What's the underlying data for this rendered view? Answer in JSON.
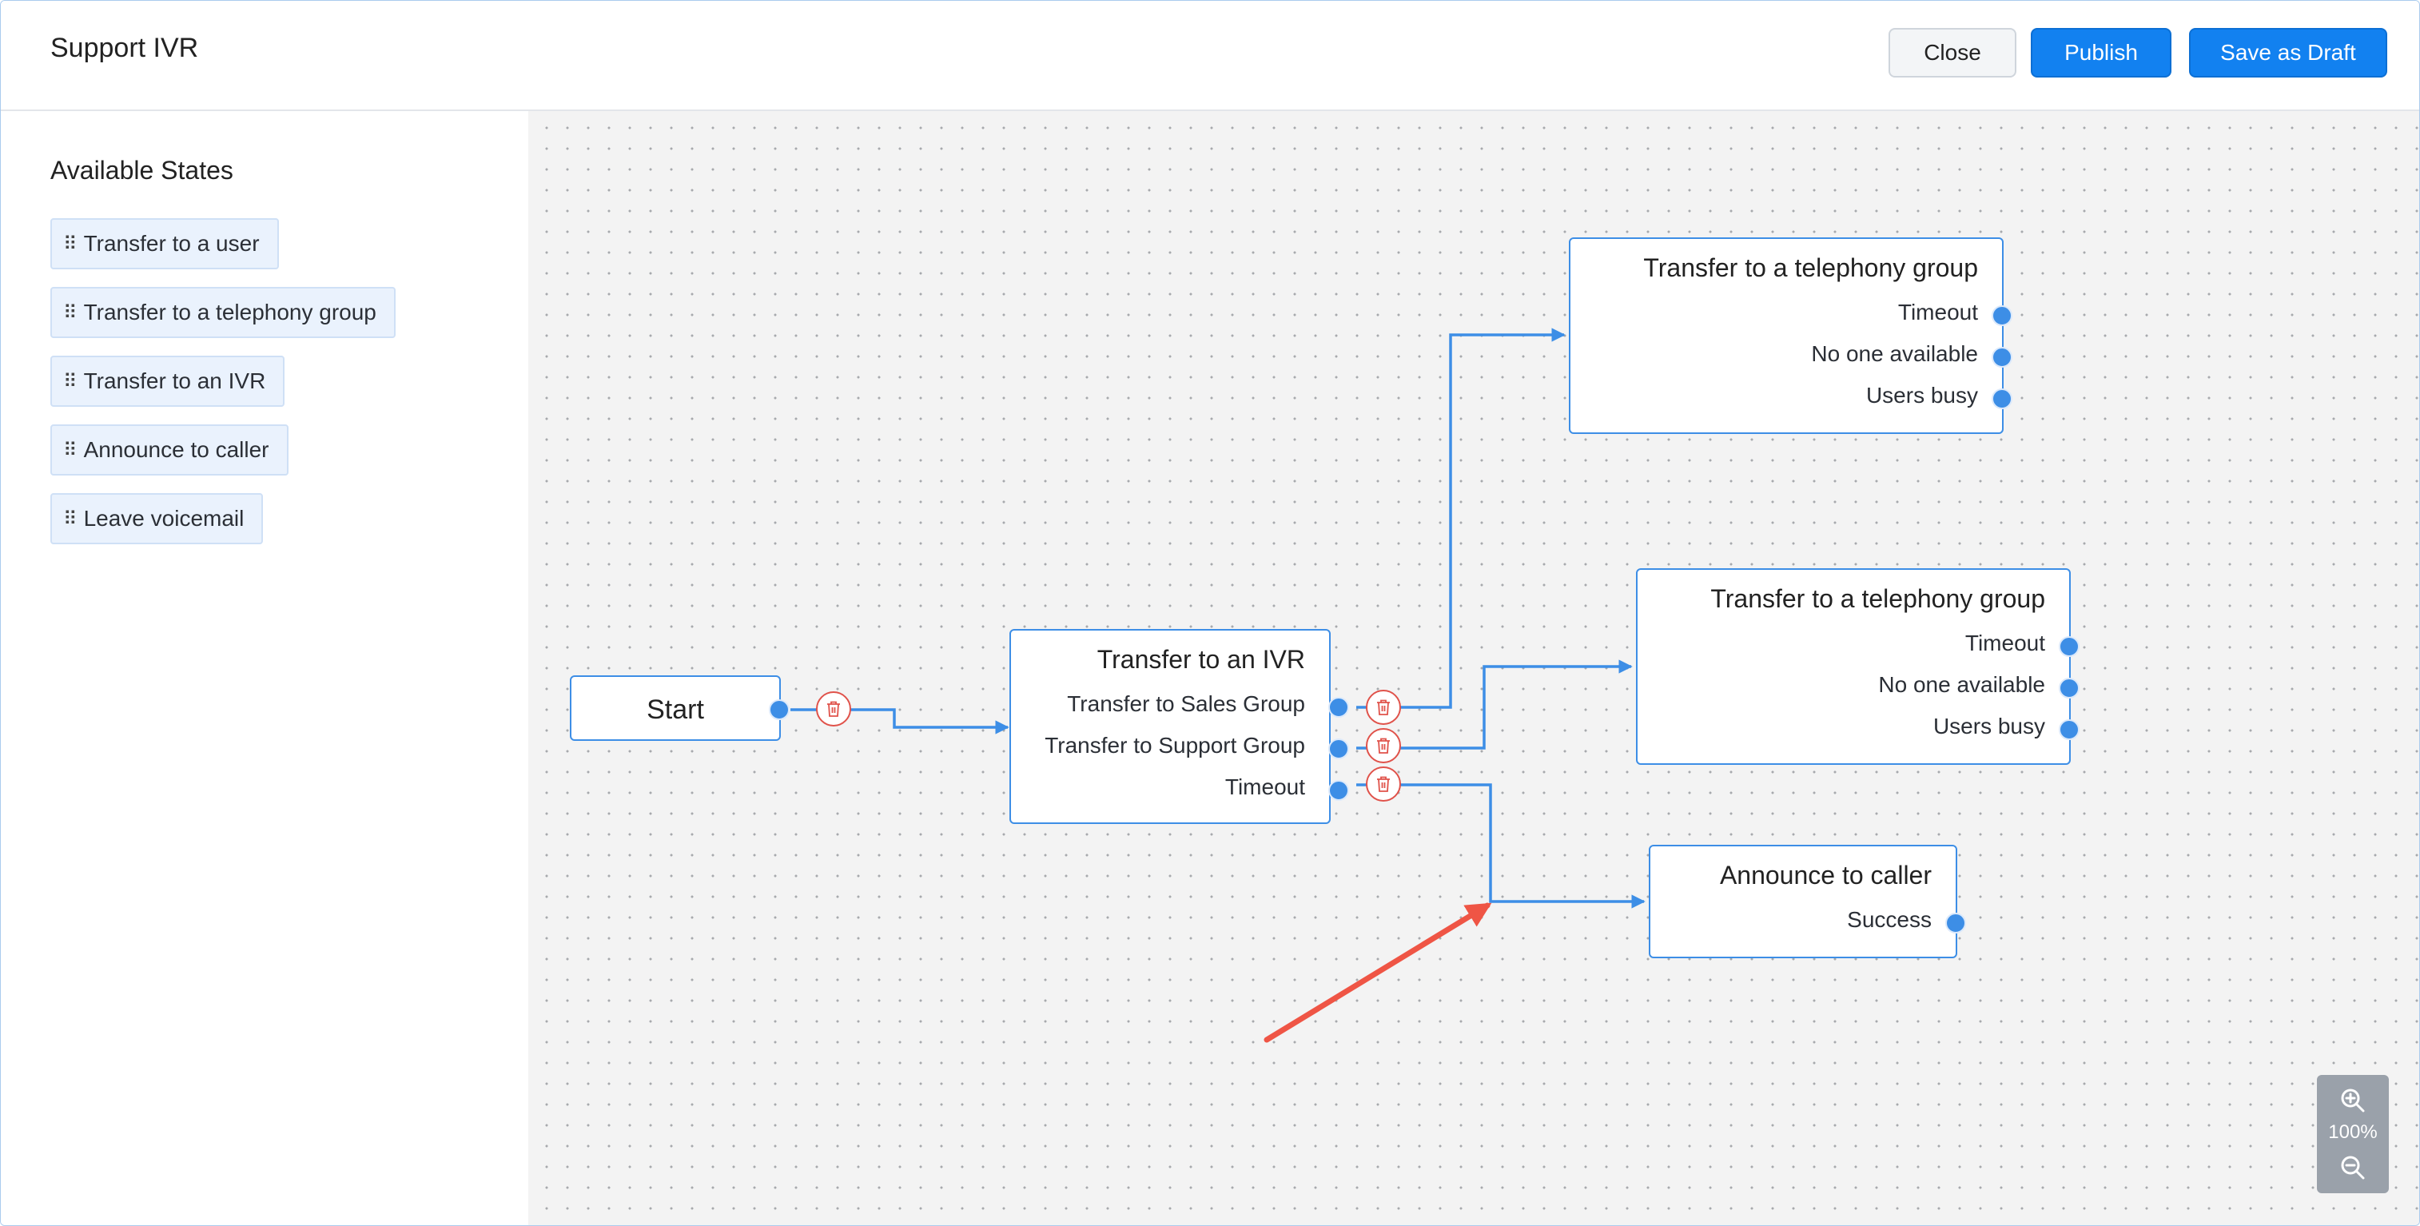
{
  "header": {
    "title": "Support IVR",
    "close_label": "Close",
    "publish_label": "Publish",
    "draft_label": "Save as Draft"
  },
  "sidebar": {
    "title": "Available States",
    "items": [
      {
        "label": "Transfer to a user"
      },
      {
        "label": "Transfer to a telephony group"
      },
      {
        "label": "Transfer to an IVR"
      },
      {
        "label": "Announce to caller"
      },
      {
        "label": "Leave voicemail"
      }
    ]
  },
  "canvas": {
    "start": {
      "label": "Start"
    },
    "ivr": {
      "title": "Transfer to an IVR",
      "outputs": [
        "Transfer to Sales Group",
        "Transfer to Support Group",
        "Timeout"
      ]
    },
    "group1": {
      "title": "Transfer to a telephony group",
      "outputs": [
        "Timeout",
        "No one available",
        "Users busy"
      ]
    },
    "group2": {
      "title": "Transfer to a telephony group",
      "outputs": [
        "Timeout",
        "No one available",
        "Users busy"
      ]
    },
    "announce": {
      "title": "Announce to caller",
      "outputs": [
        "Success"
      ]
    }
  },
  "zoom": {
    "level": "100%"
  },
  "colors": {
    "accent": "#1281f0",
    "wire": "#3d8ee6",
    "delete": "#e0524a",
    "annotation_arrow": "#ef5545"
  },
  "icons": {
    "zoom_in": "zoom-in-icon",
    "zoom_out": "zoom-out-icon",
    "delete": "trash-icon",
    "drag": "drag-handle-icon"
  }
}
